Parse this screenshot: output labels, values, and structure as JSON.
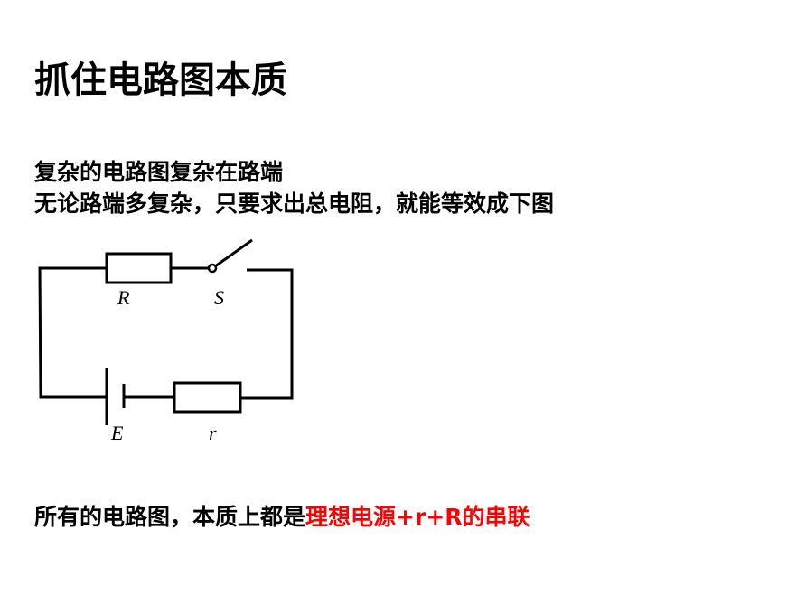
{
  "title": "抓住电路图本质",
  "line1": "复杂的电路图复杂在路端",
  "line2": "无论路端多复杂，只要求出总电阻，就能等效成下图",
  "line3_prefix": "所有的电路图，本质上都是",
  "line3_highlight": "理想电源+r+R的串联",
  "highlight_color": "#ff0000",
  "circuit": {
    "label_R": "R",
    "label_S": "S",
    "label_E": "E",
    "label_r": "r"
  }
}
